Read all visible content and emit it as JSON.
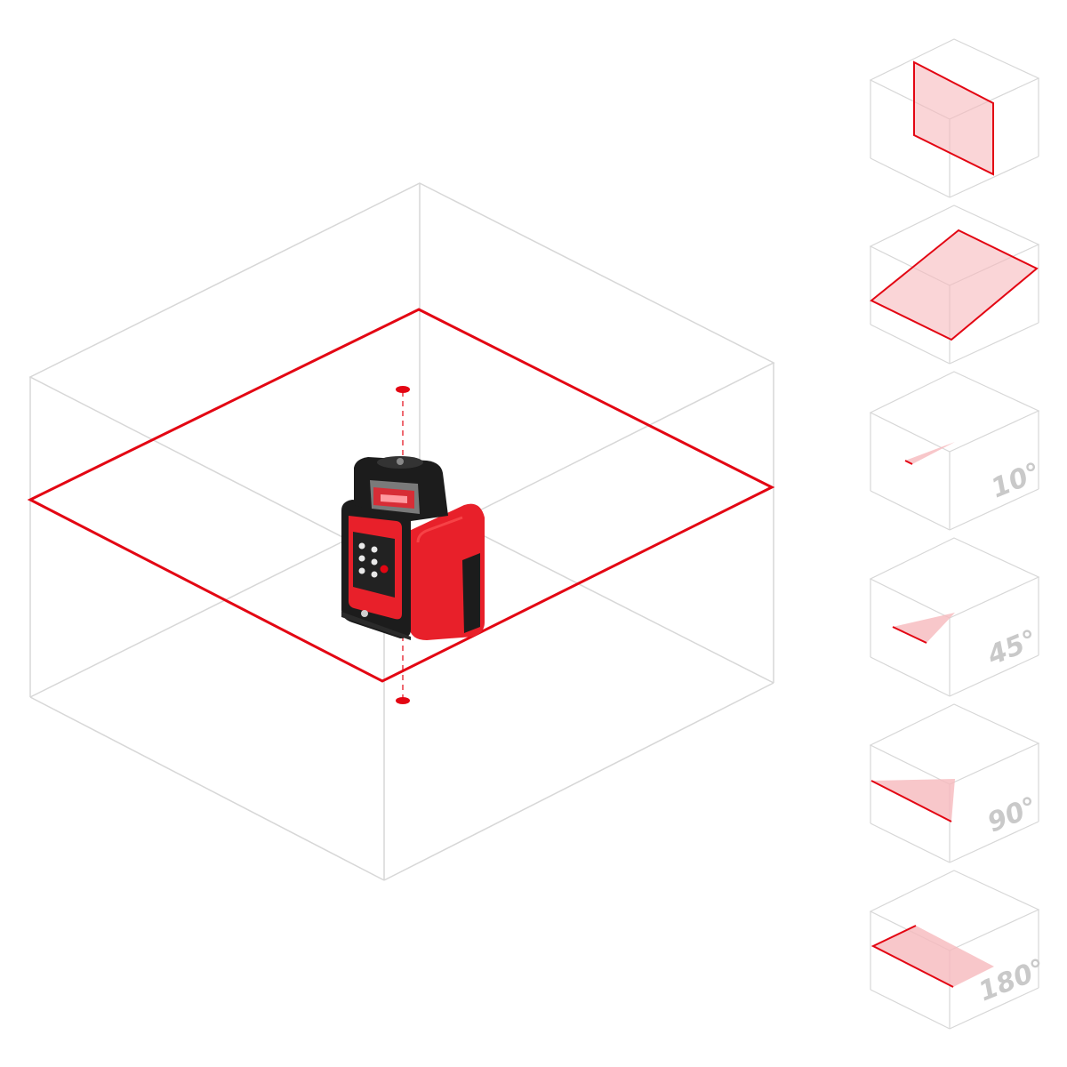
{
  "colors": {
    "box_lines": "#d7d7d7",
    "laser": "#e30613",
    "laser_fill": "#f6b9bd",
    "device_body": "#e8202a",
    "device_dark": "#1c1c1c",
    "label_gray": "#c9c9c9"
  },
  "main_view": {
    "laser_plane": "horizontal",
    "plumb_points": [
      "up",
      "down"
    ]
  },
  "device": {
    "name": "rotary-laser-level",
    "keypad_buttons": 7
  },
  "mode_panels": [
    {
      "mode": "vertical-plane",
      "label": ""
    },
    {
      "mode": "horizontal-plane",
      "label": ""
    },
    {
      "mode": "sector-10",
      "label": "10°",
      "sector_deg": 10
    },
    {
      "mode": "sector-45",
      "label": "45°",
      "sector_deg": 45
    },
    {
      "mode": "sector-90",
      "label": "90°",
      "sector_deg": 90
    },
    {
      "mode": "sector-180",
      "label": "180°",
      "sector_deg": 180
    }
  ]
}
